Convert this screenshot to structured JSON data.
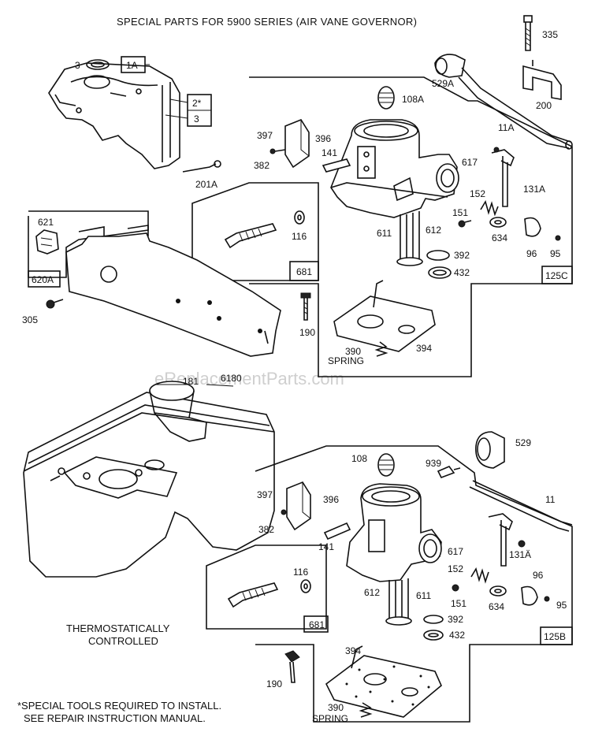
{
  "header": {
    "title": "SPECIAL PARTS FOR 5900 SERIES (AIR VANE GOVERNOR)"
  },
  "watermark": "eReplacementParts.com",
  "notes": {
    "thermo_line1": "THERMOSTATICALLY",
    "thermo_line2": "CONTROLLED",
    "tools_line1": "*SPECIAL TOOLS REQUIRED TO INSTALL.",
    "tools_line2": "SEE REPAIR INSTRUCTION MANUAL."
  },
  "callouts": {
    "p3a": "3",
    "p1a": "1A",
    "p2": "2*",
    "p3b": "3",
    "p201a": "201A",
    "p335": "335",
    "p529a": "529A",
    "p200": "200",
    "p11a": "11A",
    "p108a": "108A",
    "p397a": "397",
    "p396a": "396",
    "p382a": "382",
    "p141a": "141",
    "p617a": "617",
    "p131a": "131A",
    "p152a": "152",
    "p151a": "151",
    "p634a": "634",
    "p96a": "96",
    "p95a": "95",
    "p611a": "611",
    "p612a": "612",
    "p392a": "392",
    "p432a": "432",
    "p125c": "125C",
    "p116a": "116",
    "p681a": "681",
    "p621": "621",
    "p620a": "620A",
    "p305": "305",
    "p190a": "190",
    "p390a": "390",
    "spring_a": "SPRING",
    "p394a": "394",
    "p181": "181",
    "p6180": "6180",
    "p529": "529",
    "p108": "108",
    "p939": "939",
    "p11": "11",
    "p397b": "397",
    "p396b": "396",
    "p382b": "382",
    "p141b": "141",
    "p617b": "617",
    "p131b": "131Ä",
    "p116b": "116",
    "p152b": "152",
    "p96b": "96",
    "p151b": "151",
    "p634b": "634",
    "p95b": "95",
    "p612b": "612",
    "p611b": "611",
    "p392b": "392",
    "p432b": "432",
    "p125b": "125B",
    "p681b": "681",
    "p394b": "394",
    "p190b": "190",
    "p390b": "390",
    "spring_b": "SPRING"
  }
}
